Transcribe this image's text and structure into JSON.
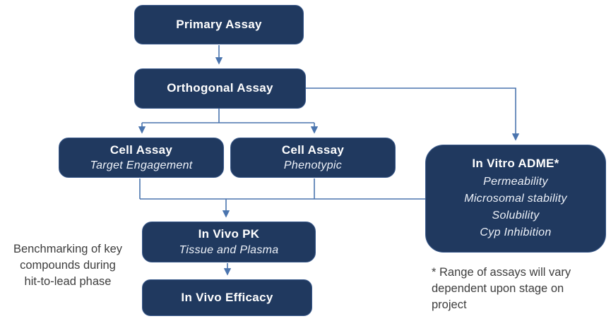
{
  "diagram": {
    "nodes": {
      "primary": {
        "title": "Primary Assay"
      },
      "orthogonal": {
        "title": "Orthogonal Assay"
      },
      "cell_te": {
        "title": "Cell Assay",
        "subtitle": "Target Engagement"
      },
      "cell_ph": {
        "title": "Cell Assay",
        "subtitle": "Phenotypic"
      },
      "invivo_pk": {
        "title": "In Vivo PK",
        "subtitle": "Tissue and Plasma"
      },
      "invivo_eff": {
        "title": "In Vivo Efficacy"
      },
      "adme": {
        "title": "In Vitro ADME*",
        "items": [
          "Permeability",
          "Microsomal stability",
          "Solubility",
          "Cyp Inhibition"
        ]
      }
    },
    "annotations": {
      "benchmarking_lines": [
        "Benchmarking of key",
        "compounds during",
        "hit-to-lead phase"
      ],
      "footnote_lines": [
        "* Range of assays will vary",
        "dependent upon stage on",
        "project"
      ]
    },
    "colors": {
      "node_fill": "#20395f",
      "node_edge": "#3a5a8c",
      "node_text": "#ffffff",
      "node_subtext": "#eef2f9",
      "connector": "#4a74ae",
      "annotation_text": "#3d3d3d",
      "background": "#ffffff"
    }
  }
}
